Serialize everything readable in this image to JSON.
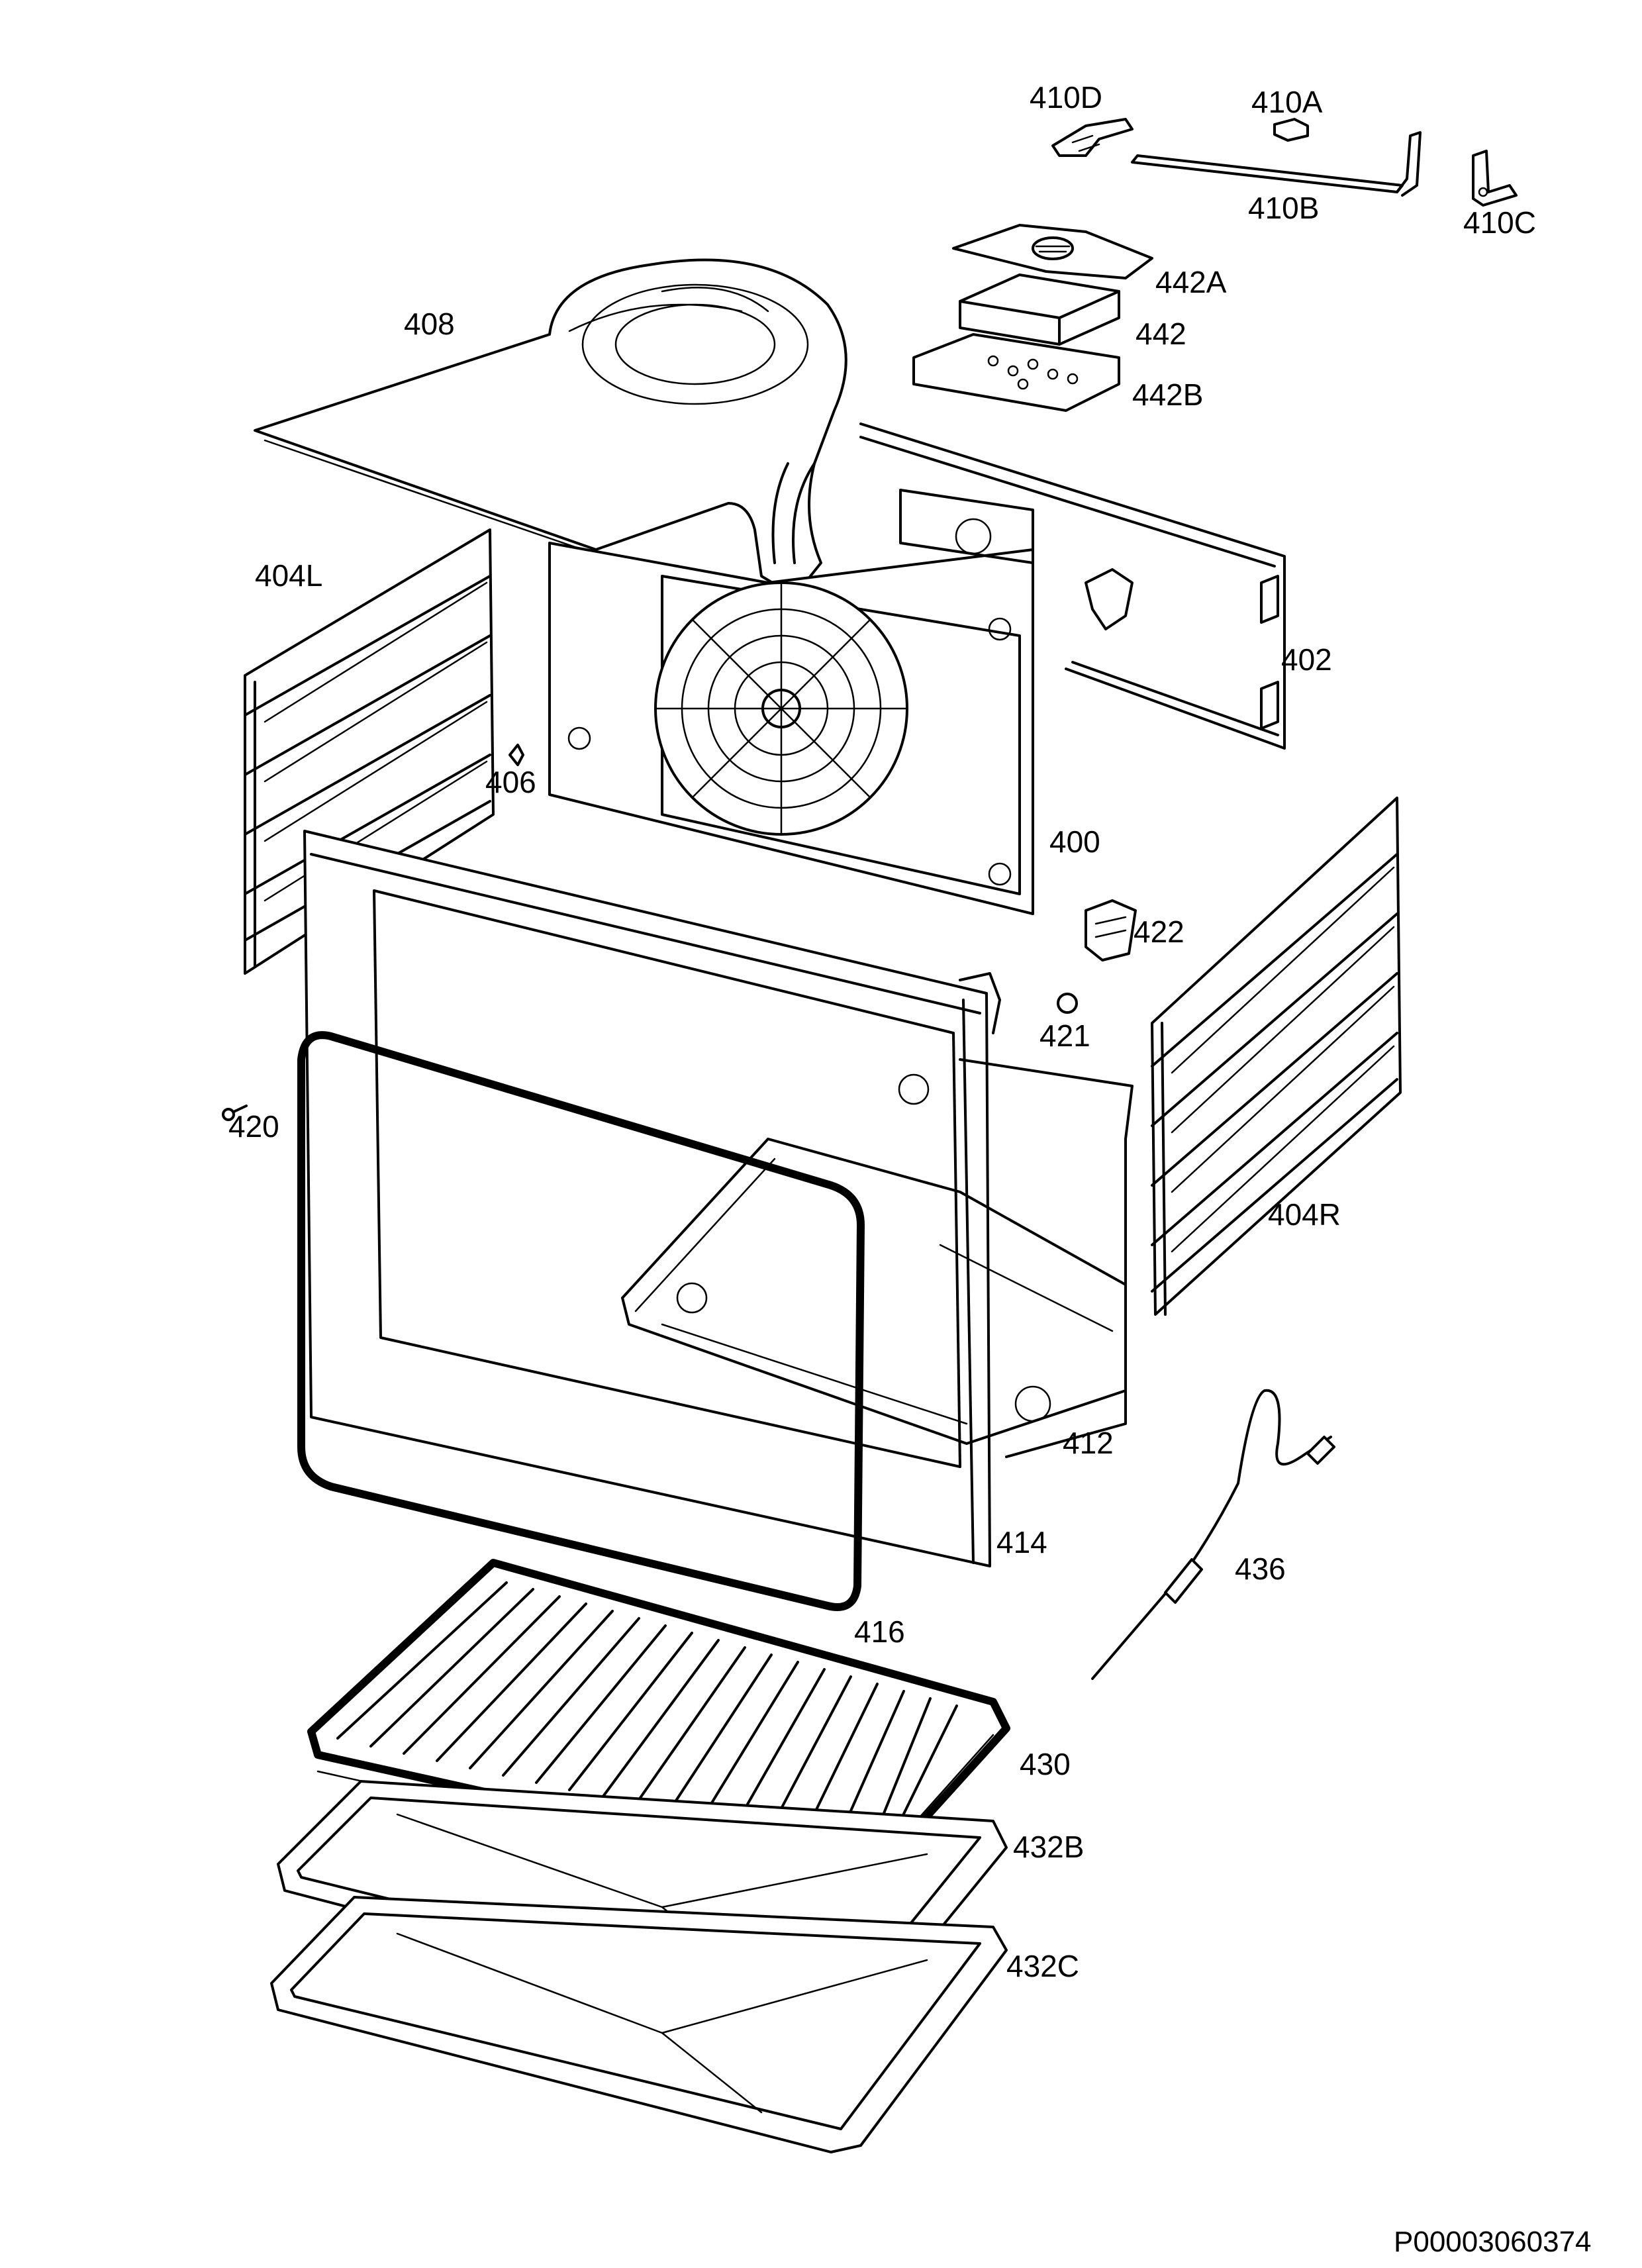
{
  "document_id": "P00003060374",
  "labels": {
    "l410D": "410D",
    "l410A": "410A",
    "l410B": "410B",
    "l410C": "410C",
    "l442A": "442A",
    "l442": "442",
    "l442B": "442B",
    "l408": "408",
    "l404L": "404L",
    "l402": "402",
    "l406": "406",
    "l400": "400",
    "l422": "422",
    "l421": "421",
    "l420": "420",
    "l404R": "404R",
    "l412": "412",
    "l414": "414",
    "l436": "436",
    "l416": "416",
    "l430": "430",
    "l432B": "432B",
    "l432C": "432C"
  }
}
